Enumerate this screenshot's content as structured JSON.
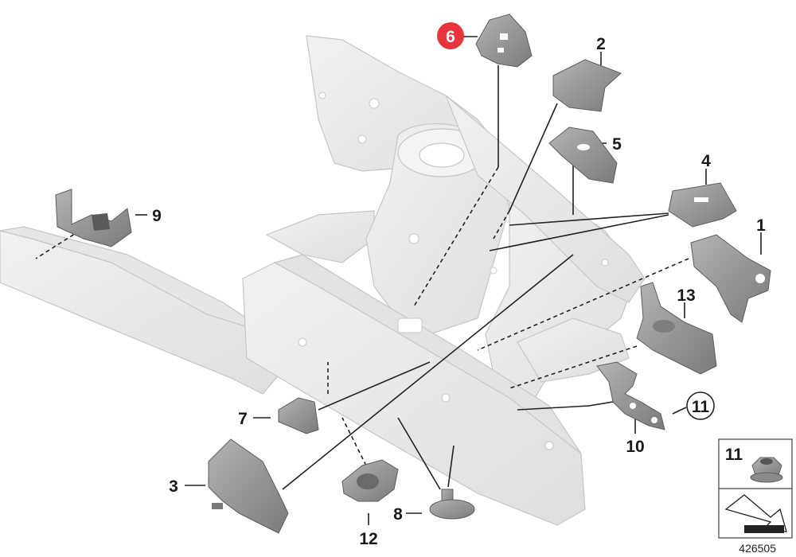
{
  "callouts": [
    {
      "id": "c1",
      "text": "1"
    },
    {
      "id": "c2",
      "text": "2"
    },
    {
      "id": "c3",
      "text": "3"
    },
    {
      "id": "c4",
      "text": "4"
    },
    {
      "id": "c5",
      "text": "5"
    },
    {
      "id": "c6",
      "text": "6",
      "highlighted": true
    },
    {
      "id": "c7",
      "text": "7"
    },
    {
      "id": "c8",
      "text": "8"
    },
    {
      "id": "c9",
      "text": "9"
    },
    {
      "id": "c10",
      "text": "10"
    },
    {
      "id": "c11",
      "text": "11",
      "circled": true
    },
    {
      "id": "c12",
      "text": "12"
    },
    {
      "id": "c13",
      "text": "13"
    }
  ],
  "legend": {
    "item_number": "11"
  },
  "image_number": "426505",
  "colors": {
    "body_fill": "#ececec",
    "body_stroke": "#c9c9c9",
    "part_fill": "#9a9a9a",
    "part_dark": "#6e6e6e",
    "highlight_red": "#e8343a",
    "leader": "#222222"
  }
}
